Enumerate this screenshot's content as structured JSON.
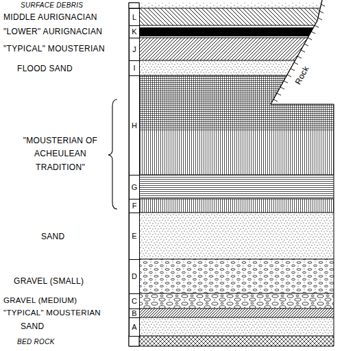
{
  "diagram": {
    "nodes": [
      {
        "text": [
          "L"
        ]
      },
      {
        "text": [
          "K"
        ]
      },
      {
        "text": [
          "J"
        ]
      },
      {
        "text": [
          "I"
        ]
      },
      {
        "text": [
          "H"
        ]
      },
      {
        "text": [
          "G"
        ]
      },
      {
        "text": [
          "F"
        ]
      },
      {
        "text": [
          "E"
        ]
      },
      {
        "text": [
          "D"
        ]
      },
      {
        "text": [
          "C"
        ]
      },
      {
        "text": [
          "B"
        ]
      },
      {
        "text": [
          "A"
        ]
      }
    ],
    "labels": [
      "SURFACE DEBRIS",
      "MIDDLE AURIGNACIAN",
      "\"LOWER\" AURIGNACIAN",
      "\"TYPICAL\" MOUSTERIAN",
      "FLOOD SAND",
      "\"MOUSTERIAN OF ACHEULEAN TRADITION\"",
      "SAND",
      "GRAVEL (SMALL)",
      "GRAVEL (MEDIUM)",
      "\"TYPICAL\" MOUSTERIAN",
      "SAND",
      "BED ROCK",
      "Rock"
    ]
  }
}
